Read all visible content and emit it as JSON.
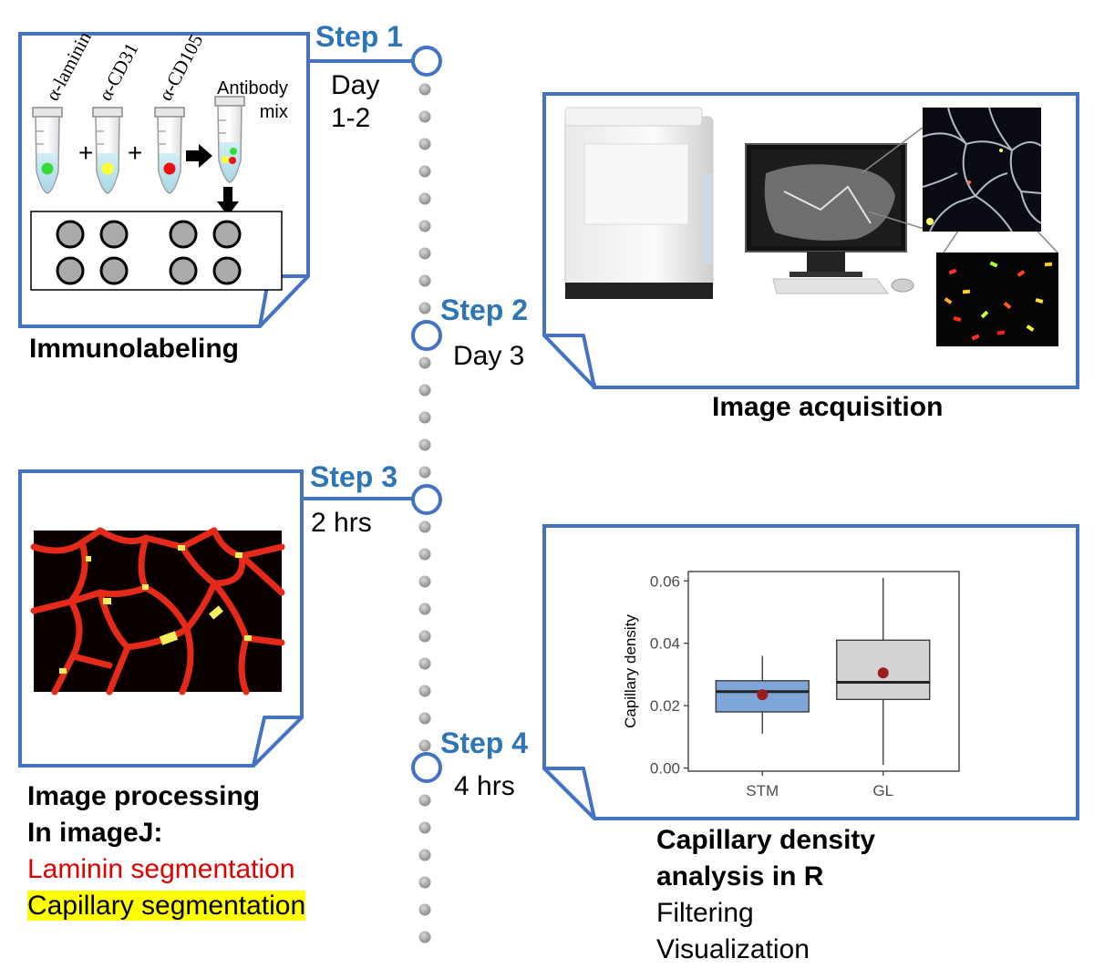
{
  "timeline": {
    "steps": [
      {
        "label": "Step 1",
        "duration": "Day\n1-2"
      },
      {
        "label": "Step 2",
        "duration": "Day 3"
      },
      {
        "label": "Step 3",
        "duration": "2 hrs"
      },
      {
        "label": "Step 4",
        "duration": "4 hrs"
      }
    ],
    "colors": {
      "accent": "#4472c4",
      "step_text": "#2e75b6",
      "dots": "#a6a6a6"
    }
  },
  "panel1": {
    "caption": "Immunolabeling",
    "tubes": [
      {
        "label": "α-laminin",
        "dot_color": "#33dd33"
      },
      {
        "label": "α-CD31",
        "dot_color": "#ffff33"
      },
      {
        "label": "α-CD105",
        "dot_color": "#ee1111"
      }
    ],
    "mix_label": "Antibody\nmix",
    "plus": "+"
  },
  "panel2": {
    "caption": "Image acquisition"
  },
  "panel3": {
    "caption_lines": [
      "Image processing",
      "In imageJ:"
    ],
    "laminin": "Laminin segmentation",
    "capillary": "Capillary segmentation"
  },
  "panel4": {
    "caption_lines": [
      "Capillary density",
      "analysis in R"
    ],
    "sub_lines": [
      "Filtering",
      "Visualization"
    ]
  },
  "chart_data": {
    "type": "boxplot",
    "ylabel": "Capillary density",
    "categories": [
      "STM",
      "GL"
    ],
    "ylim": [
      -0.001,
      0.063
    ],
    "yticks": [
      "0.00",
      "0.02",
      "0.04",
      "0.06"
    ],
    "boxes": [
      {
        "name": "STM",
        "whisker_low": 0.011,
        "q1": 0.018,
        "median": 0.0245,
        "q3": 0.028,
        "whisker_high": 0.036,
        "mean": 0.0235,
        "fill": "#7fa6d9"
      },
      {
        "name": "GL",
        "whisker_low": 0.001,
        "q1": 0.022,
        "median": 0.0275,
        "q3": 0.041,
        "whisker_high": 0.061,
        "mean": 0.0305,
        "fill": "#d3d3d3"
      }
    ],
    "mean_color": "#9b1c1c",
    "grid": false,
    "legend": "none"
  }
}
